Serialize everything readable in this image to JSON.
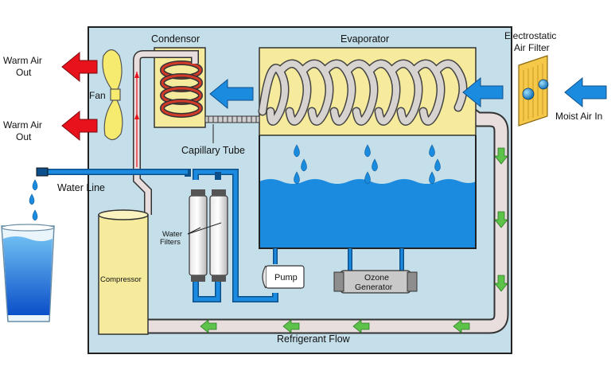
{
  "labels": {
    "condenser": "Condensor",
    "evaporator": "Evaporator",
    "filter_line1": "Electrostatic",
    "filter_line2": "Air Filter",
    "warm_air_1_line1": "Warm Air",
    "warm_air_1_line2": "Out",
    "warm_air_2_line1": "Warm Air",
    "warm_air_2_line2": "Out",
    "fan": "Fan",
    "moist_air": "Moist Air In",
    "capillary_tube": "Capillary Tube",
    "water_line": "Water Line",
    "water_filters_line1": "Water",
    "water_filters_line2": "Filters",
    "compressor": "Compressor",
    "pump": "Pump",
    "ozone_line1": "Ozone",
    "ozone_line2": "Generator",
    "refrigerant_flow": "Refrigerant Flow"
  },
  "colors": {
    "housing": "#c5dfea",
    "water": "#1b8be0",
    "coil": "#d7d3d0",
    "condenser_box": "#f6eb9c",
    "refrigerant_line": "#e8dede",
    "warm_arrow": "#e8121c",
    "cool_arrow": "#1b8be0",
    "flow_arrow": "#5cc24a",
    "filter": "#f5c84a"
  },
  "icons": [
    "fan-icon",
    "water-drop-icon",
    "glass-icon",
    "arrow-icon"
  ]
}
